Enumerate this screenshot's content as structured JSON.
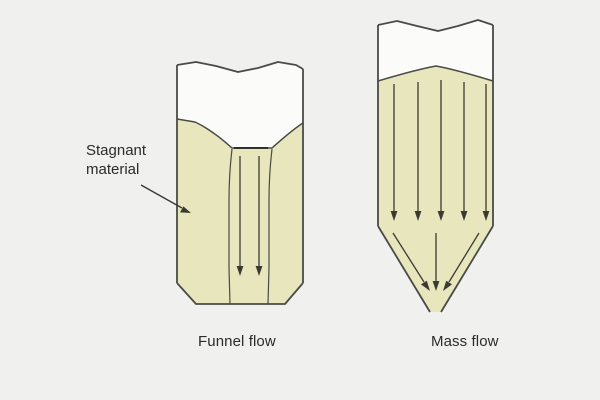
{
  "figure": {
    "title_present": false,
    "background_color": "#f0f0ef",
    "material_fill_color": "#e8e6bd",
    "void_fill_color": "#fbfbf9",
    "outline_color": "#4a4a46",
    "arrow_color": "#3a3a33",
    "text_color": "#2b2b2b"
  },
  "annotations": [
    {
      "name": "stagnant-material",
      "line1": "Stagnant",
      "line2": "material",
      "points_to": "funnel-flow-silo-stagnant-zone"
    }
  ],
  "diagrams": [
    {
      "id": "funnel-flow",
      "caption": "Funnel flow",
      "silo_type": "flat-bottom-with-chamfer",
      "arrow_count": 2,
      "arrow_direction": "down",
      "flow_channel": "narrow-central",
      "surface_profile": "deep-central-crater",
      "has_stagnant_zones": true
    },
    {
      "id": "mass-flow",
      "caption": "Mass flow",
      "silo_type": "conical-hopper",
      "body_arrow_count": 5,
      "cone_arrow_count": 3,
      "arrow_direction": "down-converging",
      "flow_channel": "full-cross-section",
      "surface_profile": "slight-mound",
      "has_stagnant_zones": false
    }
  ]
}
